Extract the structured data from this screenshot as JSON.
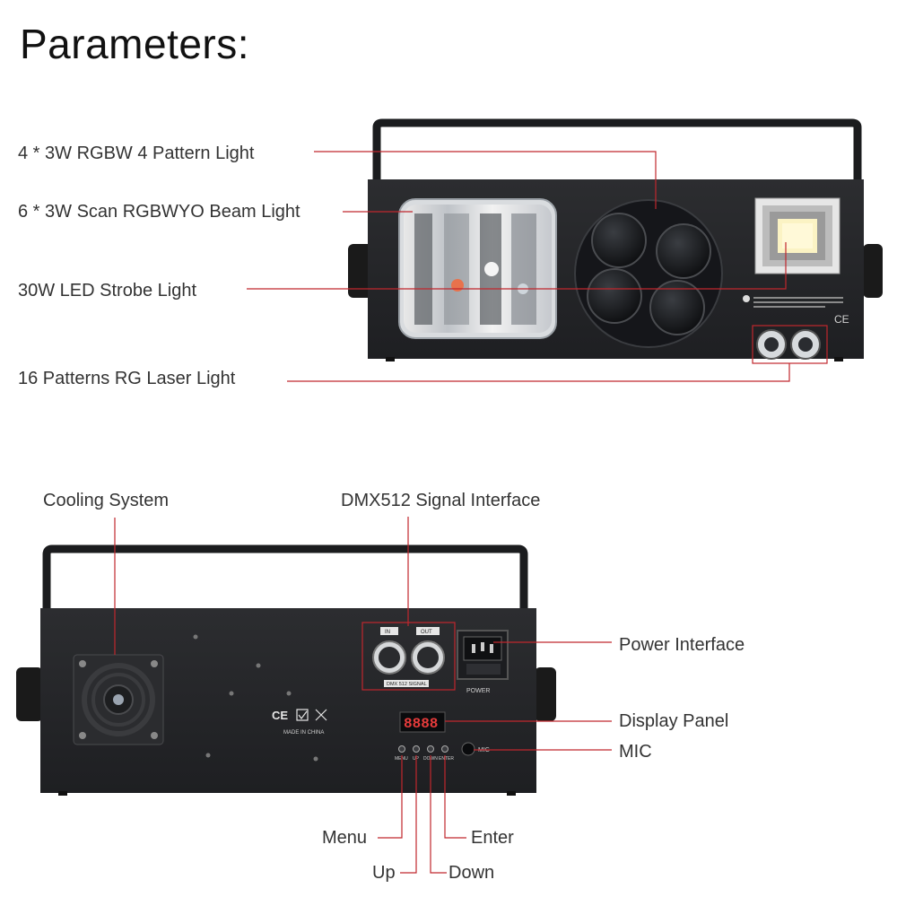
{
  "title": "Parameters:",
  "front": {
    "labels": [
      "4 * 3W RGBW 4 Pattern Light",
      "6 * 3W Scan RGBWYO Beam Light",
      "30W LED Strobe Light",
      "16 Patterns RG Laser Light"
    ],
    "ce_mark": "CE"
  },
  "back": {
    "labels": {
      "cooling": "Cooling System",
      "dmx": "DMX512 Signal Interface",
      "power": "Power Interface",
      "display": "Display Panel",
      "mic": "MIC",
      "menu": "Menu",
      "enter": "Enter",
      "up": "Up",
      "down": "Down"
    },
    "panel_text": {
      "dmx_in": "IN",
      "dmx_out": "OUT",
      "dmx_signal": "DMX 512 SIGNAL",
      "power": "POWER",
      "display": "8888",
      "mic": "MIC",
      "btn_menu": "MENU",
      "btn_up": "UP",
      "btn_down": "DOWN",
      "btn_enter": "ENTER",
      "ce": "CE",
      "made_in": "MADE IN CHINA"
    }
  }
}
